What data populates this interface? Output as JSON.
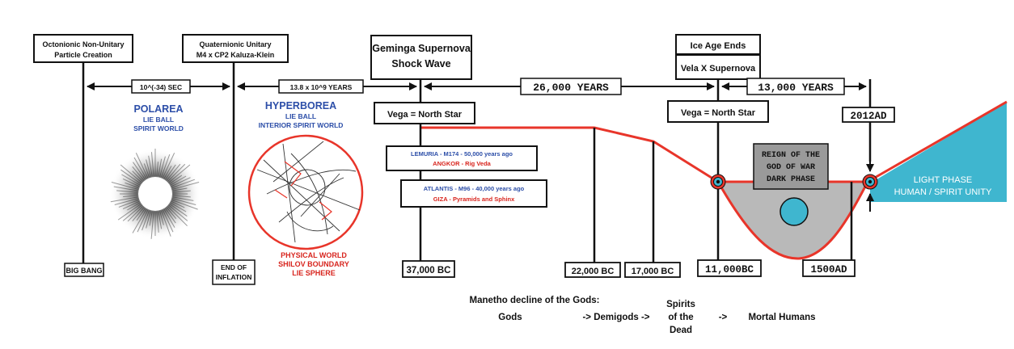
{
  "colors": {
    "line_red": "#e8352a",
    "cyan_fill": "#3fb6cf",
    "gray_fill": "#b9b9b9",
    "blue_text": "#2c4ea8",
    "red_text": "#d8251e",
    "ink": "#111111"
  },
  "top_boxes": {
    "octonionic_1": "Octonionic Non-Unitary",
    "octonionic_2": "Particle Creation",
    "quaternionic_1": "Quaternionic Unitary",
    "quaternionic_2": "M4 x CP2 Kaluza-Klein",
    "geminga_1": "Geminga Supernova",
    "geminga_2": "Shock Wave",
    "ice_age": "Ice Age Ends",
    "vela": "Vela X Supernova"
  },
  "intervals": {
    "sec": "10^(-34) SEC",
    "years_13_8": "13.8 x 10^9 YEARS",
    "years_26000": "26,000 YEARS",
    "years_13000": "13,000 YEARS"
  },
  "regions": {
    "polarea_title": "POLAREA",
    "polarea_sub1": "LIE BALL",
    "polarea_sub2": "SPIRIT WORLD",
    "hyperborea_title": "HYPERBOREA",
    "hyperborea_sub1": "LIE BALL",
    "hyperborea_sub2": "INTERIOR SPIRIT WORLD",
    "physical_1": "PHYSICAL WORLD",
    "physical_2": "SHILOV BOUNDARY",
    "physical_3": "LIE SPHERE"
  },
  "vega": {
    "left": "Vega = North Star",
    "right": "Vega = North Star"
  },
  "civilizations": {
    "lemuria": "LEMURIA - M174 - 50,000 years ago",
    "angkor": "ANGKOR - Rig Veda",
    "atlantis": "ATLANTIS - M96 - 40,000 years ago",
    "giza": "GIZA - Pyramids and Sphinx"
  },
  "reign": {
    "line1": "REIGN OF THE",
    "line2": "GOD OF WAR",
    "line3": "DARK PHASE"
  },
  "light_phase": {
    "line1": "LIGHT PHASE",
    "line2": "HUMAN / SPIRIT UNITY"
  },
  "bottom_labels": {
    "big_bang": "BIG BANG",
    "end_of_1": "END OF",
    "end_of_2": "INFLATION",
    "bc37000": "37,000 BC",
    "bc22000": "22,000 BC",
    "bc17000": "17,000 BC",
    "bc11000": "11,000BC",
    "ad1500": "1500AD",
    "ad2012": "2012AD"
  },
  "manetho": {
    "title": "Manetho decline of the Gods:",
    "gods": "Gods",
    "demigods": "-> Demigods ->",
    "spirits_1": "Spirits",
    "spirits_2": "of the",
    "spirits_3": "Dead",
    "arrow": "->",
    "mortal": "Mortal Humans"
  }
}
